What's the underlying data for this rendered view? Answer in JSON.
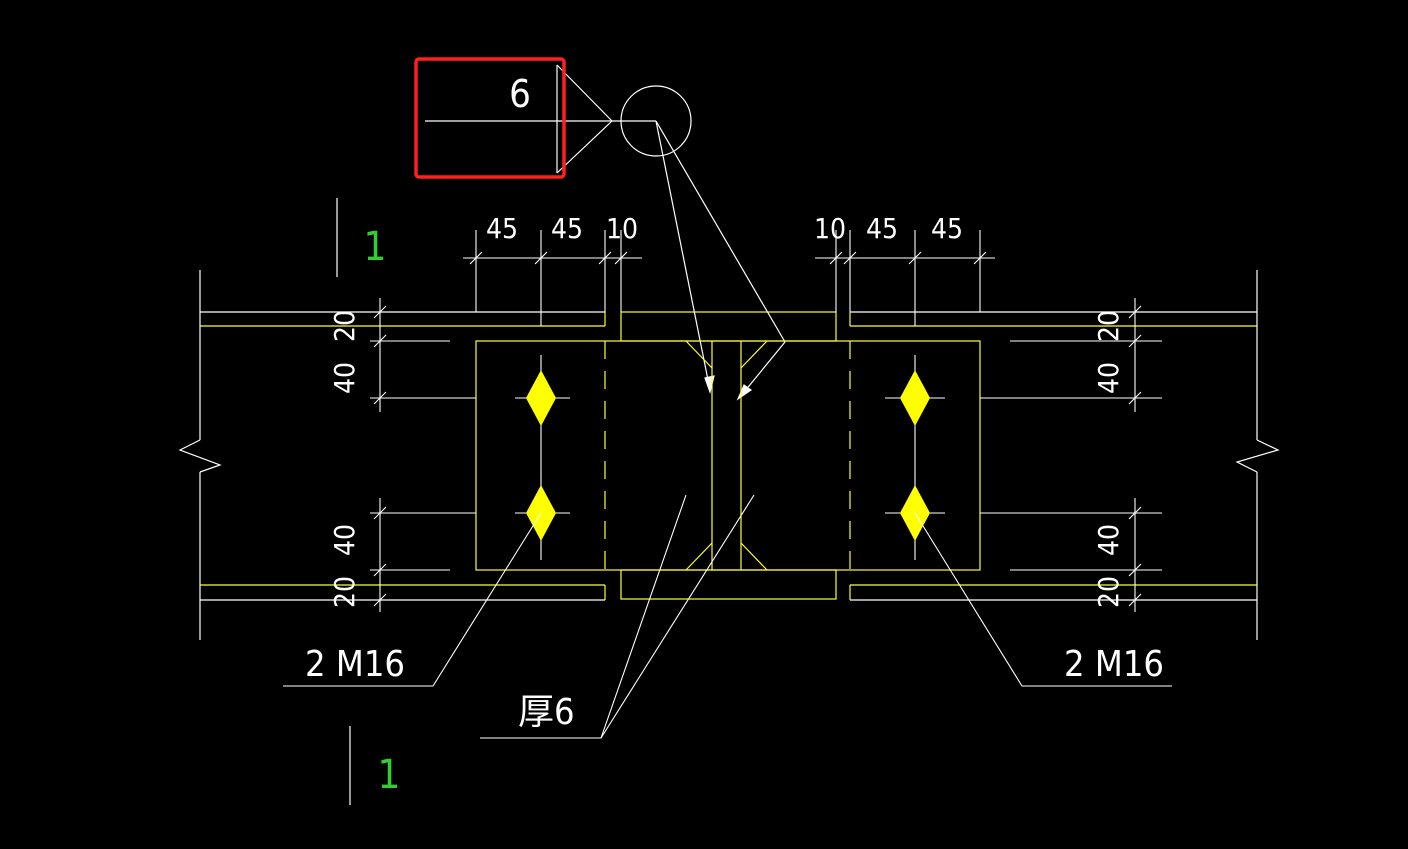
{
  "colors": {
    "background": "#000000",
    "lines_white": "#ffffff",
    "lines_yellow": "#ffff33",
    "bolts": "#ffff00",
    "section_mark": "#33cc33",
    "highlight_box": "#ff2020"
  },
  "weld_symbol": {
    "size": "6"
  },
  "dimensions": {
    "top_left": [
      "45",
      "45",
      "10"
    ],
    "top_right": [
      "10",
      "45",
      "45"
    ],
    "left_top": [
      "20",
      "40"
    ],
    "left_bottom": [
      "40",
      "20"
    ],
    "right_top": [
      "20",
      "40"
    ],
    "right_bottom": [
      "40",
      "20"
    ]
  },
  "section_mark": {
    "label_top": "1",
    "label_bottom": "1"
  },
  "labels": {
    "bolts_left": "2 M16",
    "bolts_right": "2 M16",
    "plate_thickness": "厚6"
  }
}
